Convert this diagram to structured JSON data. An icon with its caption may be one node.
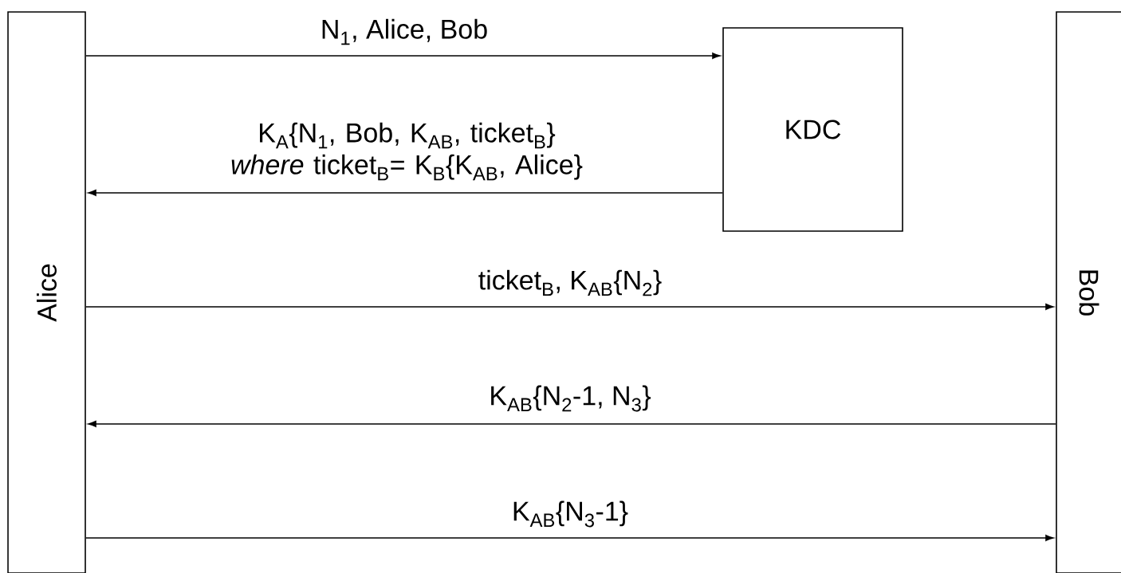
{
  "diagram": {
    "nodes": [
      {
        "text": [
          "Alice"
        ]
      },
      {
        "text": [
          "KDC"
        ]
      },
      {
        "text": [
          "Bob"
        ]
      }
    ],
    "edges": [
      {
        "from": 0,
        "to": 1,
        "arrow": "to",
        "label": "N$_{1}$, Alice, Bob"
      },
      {
        "from": 1,
        "to": 0,
        "arrow": "to",
        "label": "K$_{A}${N$_{1}$, Bob, K$_{AB}$, ticket$_{B}$} *where* ticket$_{B}$= K$_{B}${K$_{AB}$, Alice}"
      },
      {
        "from": 0,
        "to": 2,
        "arrow": "to",
        "label": "ticket$_{B}$, K$_{AB}${N$_{2}$}"
      },
      {
        "from": 2,
        "to": 0,
        "arrow": "to",
        "label": "K$_{AB}${N$_{2}$-1, N$_{3}$}"
      },
      {
        "from": 0,
        "to": 2,
        "arrow": "to",
        "label": "K$_{AB}${N$_{3}$-1}"
      }
    ]
  }
}
